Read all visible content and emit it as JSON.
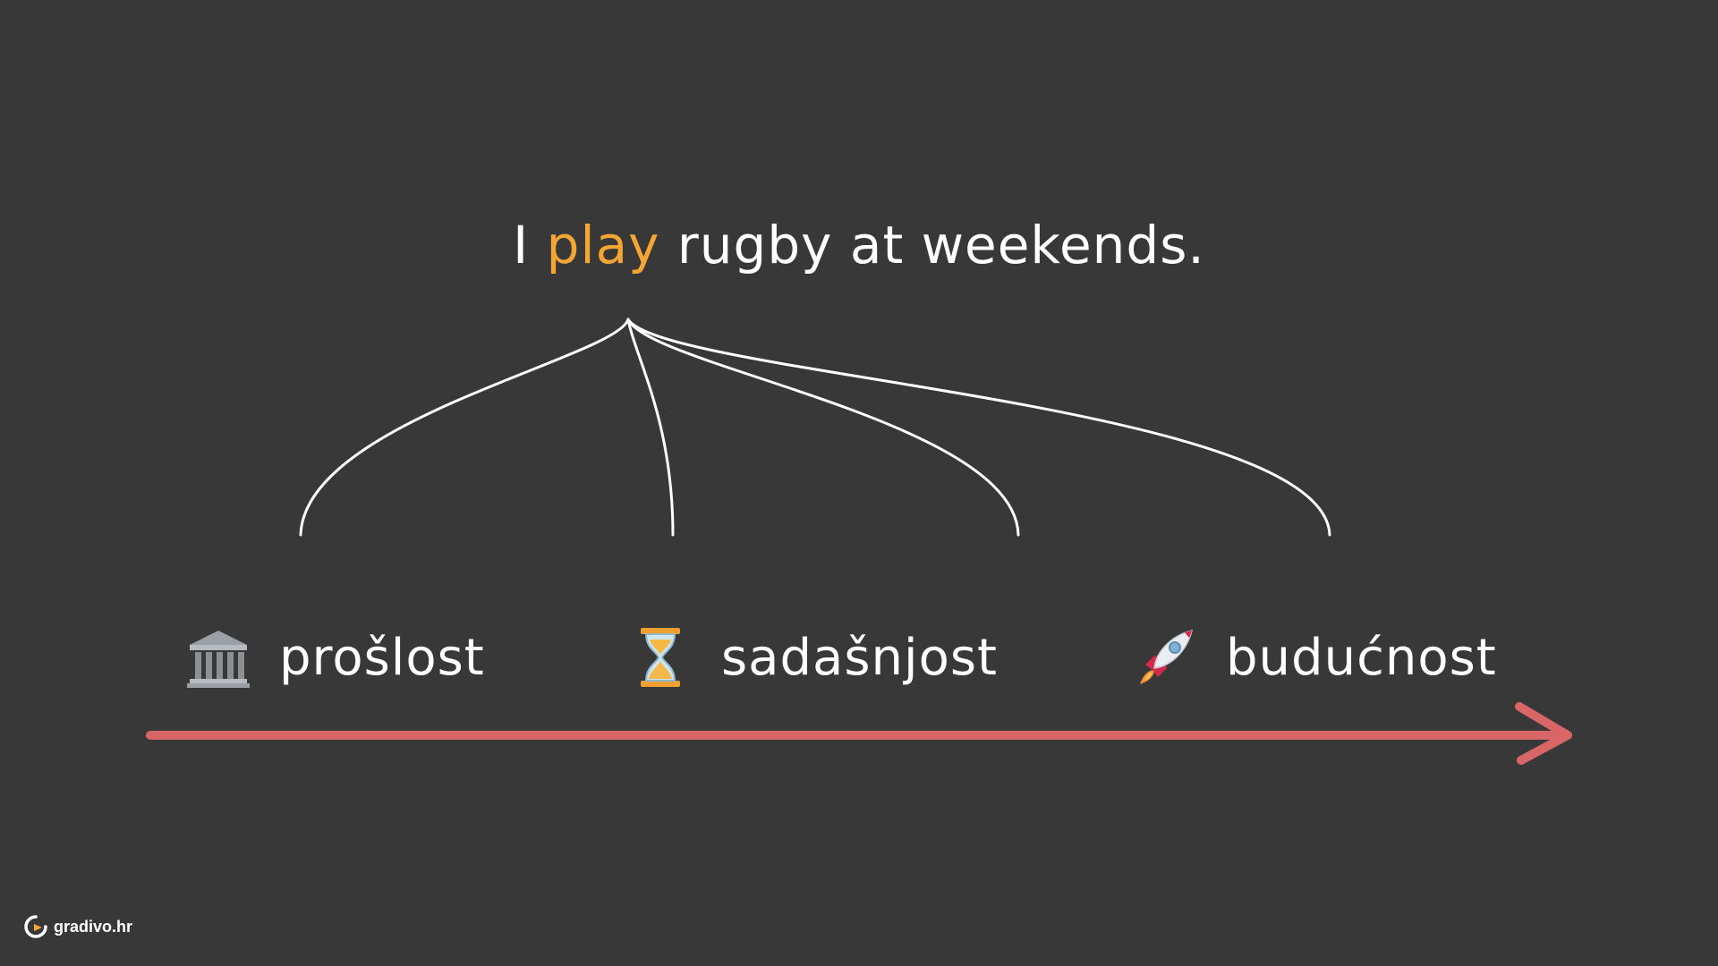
{
  "sentence": {
    "before": "I ",
    "highlight": "play",
    "after": " rugby at weekends."
  },
  "timeline": {
    "past": {
      "label": "prošlost",
      "icon": "classical-building-icon"
    },
    "present": {
      "label": "sadašnjost",
      "icon": "hourglass-icon"
    },
    "future": {
      "label": "budućnost",
      "icon": "rocket-icon"
    }
  },
  "colors": {
    "background": "#383838",
    "highlight": "#f5a533",
    "arrow": "#d96666",
    "text": "#ffffff"
  },
  "footer": {
    "brand": "gradivo.hr"
  }
}
